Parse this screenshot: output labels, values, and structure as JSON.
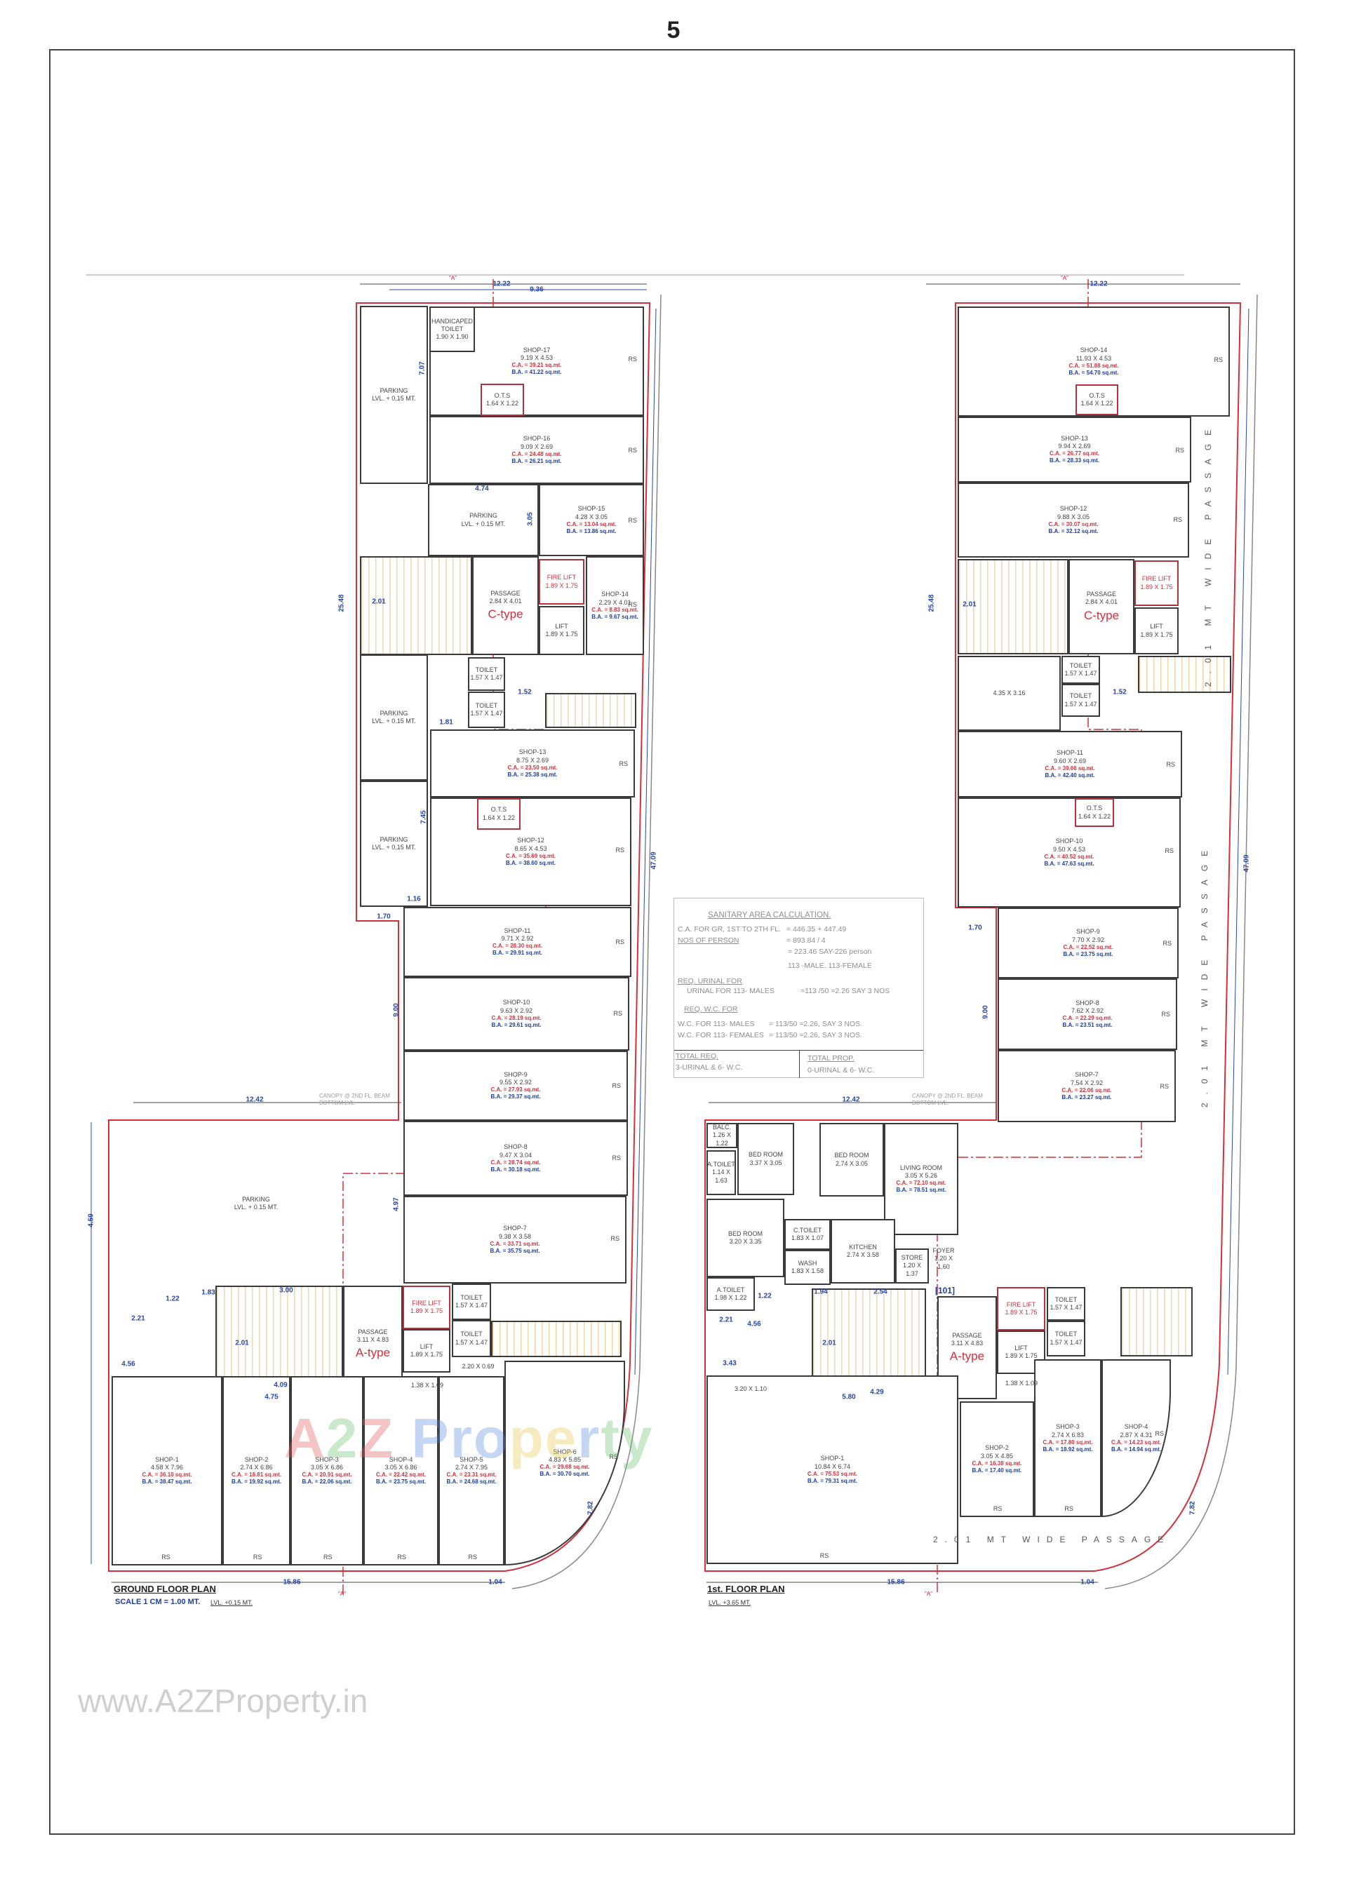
{
  "page_number": "5",
  "colors": {
    "wall": "#3a3a3a",
    "carpet_area": "#d3303c",
    "builtup_area": "#1f3d9e",
    "dimension": "#2747a8",
    "plot_boundary": "#d3303c",
    "stair_hatch": "#f2d6a4"
  },
  "plans": {
    "ground": {
      "title": "GROUND FLOOR PLAN",
      "scale": "SCALE 1 CM = 1.00 MT.",
      "level": "LVL. +0.15 MT.",
      "canopy": "CANOPY @ 2ND FL. BEAM BOTTOM LVL.",
      "section_marker": "\"A\"",
      "rooms": [
        {
          "name": "PARKING",
          "size": "LVL. + 0.15 MT."
        },
        {
          "name": "SHOP-17",
          "size": "9.19 X 4.53",
          "ca": "C.A. = 39.21 sq.mt.",
          "ba": "B.A. = 41.22 sq.mt.",
          "rs": "RS"
        },
        {
          "name": "HANDICAPED TOILET",
          "size": "1.90 X 1.90"
        },
        {
          "name": "O.T.S",
          "size": "1.64 X 1.22"
        },
        {
          "name": "SHOP-16",
          "size": "9.09 X 2.69",
          "ca": "C.A. = 24.48 sq.mt.",
          "ba": "B.A. = 26.21 sq.mt.",
          "rs": "RS"
        },
        {
          "name": "PARKING",
          "size": "LVL. + 0.15 MT."
        },
        {
          "name": "SHOP-15",
          "size": "4.28 X 3.05",
          "ca": "C.A. = 13.04 sq.mt.",
          "ba": "B.A. = 13.86 sq.mt.",
          "rs": "RS"
        },
        {},
        {
          "name": "PASSAGE",
          "size": "2.84 X 4.01",
          "type": "C-type"
        },
        {
          "name": "FIRE LIFT",
          "size": "1.89 X 1.75"
        },
        {
          "name": "LIFT",
          "size": "1.89 X 1.75"
        },
        {
          "name": "SHOP-14",
          "size": "2.29 X 4.01",
          "ca": "C.A. = 8.83 sq.mt.",
          "ba": "B.A. = 9.67 sq.mt.",
          "rs": "RS"
        },
        {
          "name": "TOILET",
          "size": "1.57 X 1.47"
        },
        {
          "name": "TOILET",
          "size": "1.57 X 1.47"
        },
        {},
        {
          "name": "PARKING",
          "size": "LVL. + 0.15 MT."
        },
        {
          "name": "PARKING",
          "size": "LVL. + 0.15 MT."
        },
        {
          "name": "SHOP-13",
          "size": "8.75 X 2.69",
          "ca": "C.A. = 23.50 sq.mt.",
          "ba": "B.A. = 25.38 sq.mt.",
          "rs": "RS"
        },
        {
          "name": "SHOP-12",
          "size": "8.65 X 4.53",
          "ca": "C.A. = 35.69 sq.mt.",
          "ba": "B.A. = 38.60 sq.mt.",
          "rs": "RS"
        },
        {
          "name": "O.T.S",
          "size": "1.64 X 1.22"
        },
        {
          "name": "SHOP-11",
          "size": "9.71 X 2.92",
          "ca": "C.A. = 28.30 sq.mt.",
          "ba": "B.A. = 29.91 sq.mt.",
          "rs": "RS"
        },
        {
          "name": "SHOP-10",
          "size": "9.63 X 2.92",
          "ca": "C.A. = 28.19 sq.mt.",
          "ba": "B.A. = 29.61 sq.mt.",
          "rs": "RS"
        },
        {
          "name": "SHOP-9",
          "size": "9.55 X 2.92",
          "ca": "C.A. = 27.93 sq.mt.",
          "ba": "B.A. = 29.37 sq.mt.",
          "rs": "RS"
        },
        {
          "name": "SHOP-8",
          "size": "9.47 X 3.04",
          "ca": "C.A. = 28.74 sq.mt.",
          "ba": "B.A. = 30.18 sq.mt.",
          "rs": "RS"
        },
        {
          "name": "SHOP-7",
          "size": "9.38 X 3.58",
          "ca": "C.A. = 33.71 sq.mt.",
          "ba": "B.A. = 35.75 sq.mt.",
          "rs": "RS"
        },
        {
          "name": "PARKING",
          "size": "LVL. + 0.15 MT."
        },
        {},
        {
          "name": "PASSAGE",
          "size": "3.11 X 4.83",
          "type": "A-type"
        },
        {
          "name": "FIRE LIFT",
          "size": "1.89 X 1.75"
        },
        {
          "name": "LIFT",
          "size": "1.89 X 1.75"
        },
        {
          "name": "TOILET",
          "size": "1.57 X 1.47"
        },
        {
          "name": "TOILET",
          "size": "1.57 X 1.47"
        },
        {},
        {
          "size": "2.20 X 0.69"
        },
        {
          "size": "1.38 X 1.09"
        },
        {
          "name": "SHOP-1",
          "size": "4.58 X 7.96",
          "ca": "C.A. = 36.10 sq.mt.",
          "ba": "B.A. = 38.47 sq.mt.",
          "rs": "RS"
        },
        {
          "name": "SHOP-2",
          "size": "2.74 X 6.86",
          "ca": "C.A. = 18.81 sq.mt.",
          "ba": "B.A. = 19.92 sq.mt.",
          "rs": "RS"
        },
        {
          "name": "SHOP-3",
          "size": "3.05 X 6.86",
          "ca": "C.A. = 20.91 sq.mt.",
          "ba": "B.A. = 22.06 sq.mt.",
          "rs": "RS"
        },
        {
          "name": "SHOP-4",
          "size": "3.05 X 6.86",
          "ca": "C.A. = 22.42 sq.mt.",
          "ba": "B.A. = 23.75 sq.mt.",
          "rs": "RS"
        },
        {
          "name": "SHOP-5",
          "size": "2.74 X 7.95",
          "ca": "C.A. = 23.31 sq.mt.",
          "ba": "B.A. = 24.68 sq.mt.",
          "rs": "RS"
        },
        {
          "name": "SHOP-6",
          "size": "4.83 X 5.85",
          "ca": "C.A. = 29.68 sq.mt.",
          "ba": "B.A. = 30.70 sq.mt.",
          "rs": "RS"
        }
      ],
      "dims": [
        "12.22",
        "9.36",
        "7.07",
        "4.74",
        "3.05",
        "2.01",
        "1.52",
        "1.81",
        "7.45",
        "1.16",
        "1.70",
        "47.09",
        "25.48",
        "9.00",
        "12.42",
        "4.59",
        "4.97",
        "4.56",
        "2.21",
        "1.22",
        "1.83",
        "3.00",
        "2.01",
        "4.75",
        "4.09",
        "15.86",
        "1.04",
        "7.82"
      ]
    },
    "first": {
      "title": "1st. FLOOR PLAN",
      "level": "LVL. +3.65 MT.",
      "canopy": "CANOPY @ 2ND FL. BEAM BOTTOM LVL.",
      "section_marker": "\"A\"",
      "unit_number": "[101]",
      "passage_label": "2.01 MT WIDE PASSAGE",
      "rooms": [
        {
          "name": "SHOP-14",
          "size": "11.93 X 4.53",
          "ca": "C.A. = 51.88 sq.mt.",
          "ba": "B.A. = 54.70 sq.mt.",
          "rs": "RS"
        },
        {
          "name": "O.T.S",
          "size": "1.64 X 1.22"
        },
        {
          "name": "SHOP-13",
          "size": "9.94 X 2.69",
          "ca": "C.A. = 26.77 sq.mt.",
          "ba": "B.A. = 28.33 sq.mt.",
          "rs": "RS"
        },
        {
          "name": "SHOP-12",
          "size": "9.88 X 3.05",
          "ca": "C.A. = 30.07 sq.mt.",
          "ba": "B.A. = 32.12 sq.mt.",
          "rs": "RS"
        },
        {},
        {
          "name": "PASSAGE",
          "size": "2.84 X 4.01",
          "type": "C-type"
        },
        {
          "name": "FIRE LIFT",
          "size": "1.89 X 1.75"
        },
        {
          "name": "LIFT",
          "size": "1.89 X 1.75"
        },
        {
          "size": "4.35 X 3.16"
        },
        {
          "name": "TOILET",
          "size": "1.57 X 1.47"
        },
        {
          "name": "TOILET",
          "size": "1.57 X 1.47"
        },
        {},
        {
          "name": "SHOP-11",
          "size": "9.60 X 2.69",
          "ca": "C.A. = 39.66 sq.mt.",
          "ba": "B.A. = 42.40 sq.mt.",
          "rs": "RS"
        },
        {
          "name": "SHOP-10",
          "size": "9.50 X 4.53",
          "ca": "C.A. = 40.52 sq.mt.",
          "ba": "B.A. = 47.63 sq.mt.",
          "rs": "RS"
        },
        {
          "name": "O.T.S",
          "size": "1.64 X 1.22"
        },
        {
          "name": "SHOP-9",
          "size": "7.70 X 2.92",
          "ca": "C.A. = 22.52 sq.mt.",
          "ba": "B.A. = 23.75 sq.mt.",
          "rs": "RS"
        },
        {
          "name": "SHOP-8",
          "size": "7.62 X 2.92",
          "ca": "C.A. = 22.29 sq.mt.",
          "ba": "B.A. = 23.51 sq.mt.",
          "rs": "RS"
        },
        {
          "name": "SHOP-7",
          "size": "7.54 X 2.92",
          "ca": "C.A. = 22.06 sq.mt.",
          "ba": "B.A. = 23.27 sq.mt.",
          "rs": "RS"
        },
        {
          "name": "BALC.",
          "size": "1.26 X 1.22"
        },
        {
          "name": "A.TOILET",
          "size": "1.14 X 1.63"
        },
        {
          "name": "BED ROOM",
          "size": "3.37 X 3.05"
        },
        {
          "name": "BED ROOM",
          "size": "2.74 X 3.05"
        },
        {
          "name": "LIVING ROOM",
          "size": "3.05 X 5.26",
          "ca": "C.A. = 72.10 sq.mt.",
          "ba": "B.A. = 78.51 sq.mt."
        },
        {
          "name": "BED ROOM",
          "size": "3.20 X 3.35"
        },
        {
          "name": "C.TOILET",
          "size": "1.83 X 1.07"
        },
        {
          "name": "WASH",
          "size": "1.83 X 1.58"
        },
        {
          "name": "KITCHEN",
          "size": "2.74 X 3.58"
        },
        {
          "name": "STORE",
          "size": "1.20 X 1.37"
        },
        {
          "name": "FOYER",
          "size": "1.20 X 1.60"
        },
        {
          "name": "A.TOILET",
          "size": "1.98 X 1.22"
        },
        {},
        {
          "name": "PASSAGE",
          "size": "3.11 X 4.83",
          "type": "A-type"
        },
        {
          "name": "FIRE LIFT",
          "size": "1.89 X 1.75"
        },
        {
          "name": "LIFT",
          "size": "1.89 X 1.75"
        },
        {
          "name": "TOILET",
          "size": "1.57 X 1.47"
        },
        {
          "name": "TOILET",
          "size": "1.57 X 1.47"
        },
        {},
        {
          "name": "SHOP-1",
          "size": "10.84 X 6.74",
          "ca": "C.A. = 75.53 sq.mt.",
          "ba": "B.A. = 79.31 sq.mt.",
          "rs": "RS"
        },
        {
          "size": "3.20 X 1.10"
        },
        {
          "size": "1.38 X 1.09"
        },
        {
          "name": "SHOP-2",
          "size": "3.05 X 4.85",
          "ca": "C.A. = 16.38 sq.mt.",
          "ba": "B.A. = 17.40 sq.mt.",
          "rs": "RS"
        },
        {
          "name": "SHOP-3",
          "size": "2.74 X 6.83",
          "ca": "C.A. = 17.80 sq.mt.",
          "ba": "B.A. = 18.92 sq.mt.",
          "rs": "RS"
        },
        {
          "name": "SHOP-4",
          "size": "2.87 X 4.31",
          "ca": "C.A. = 14.23 sq.mt.",
          "ba": "B.A. = 14.94 sq.mt.",
          "rs": "RS"
        }
      ],
      "dims": [
        "12.22",
        "25.48",
        "47.09",
        "2.01",
        "1.52",
        "1.70",
        "9.00",
        "12.42",
        "1.94",
        "2.54",
        "1.22",
        "2.21",
        "4.56",
        "3.43",
        "2.01",
        "4.29",
        "5.80",
        "15.86",
        "1.04",
        "7.82"
      ]
    }
  },
  "sanitary": {
    "title": "SANITARY  AREA CALCULATION.",
    "lines": [
      {
        "left": "C.A. FOR GR, 1ST TO 2TH FL.",
        "right": "= 446.35 + 447.49"
      },
      {
        "left": "NOS OF PERSON",
        "right": "= 893.84 / 4"
      },
      {
        "left": "",
        "right": "= 223.46 SAY-226 person"
      },
      {
        "left": "",
        "right": "113 -MALE. 113-FEMALE"
      },
      {
        "left": "REQ. URINAL FOR",
        "right": ""
      },
      {
        "left": "URINAL FOR  113- MALES",
        "right": "=113 /50 =2.26 SAY 3 NOS"
      },
      {
        "left": "REQ. W.C. FOR",
        "right": ""
      },
      {
        "left": "W.C. FOR 113- MALES",
        "right": "= 113/50 =2.26, SAY 3 NOS."
      },
      {
        "left": "W.C. FOR 113- FEMALES",
        "right": "= 113/50 =2.26, SAY 3 NOS."
      }
    ],
    "total_req_label": "TOTAL REQ.",
    "total_req_value": "3-URINAL &  6- W.C.",
    "total_prop_label": "TOTAL PROP.",
    "total_prop_value": "0-URINAL &  6- W.C."
  },
  "watermark": {
    "logo": "A2Z Property",
    "url": "www.A2ZProperty.in"
  }
}
